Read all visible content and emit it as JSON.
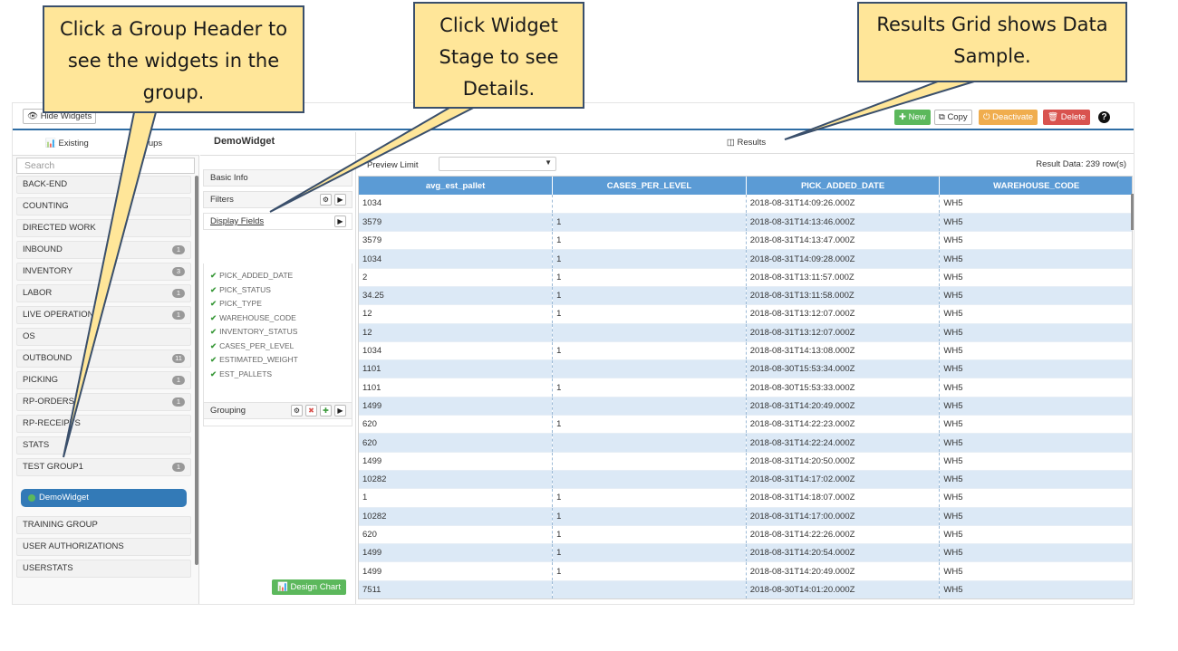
{
  "toolbar": {
    "hide_widgets": "Hide Widgets",
    "new": "New",
    "copy": "Copy",
    "deactivate": "Deactivate",
    "delete": "Delete",
    "help": "?"
  },
  "left_panel": {
    "tab_existing": "Existing",
    "tab_groups": "Groups",
    "search_placeholder": "Search",
    "groups": [
      {
        "label": "BACK-END",
        "count": ""
      },
      {
        "label": "COUNTING",
        "count": ""
      },
      {
        "label": "DIRECTED WORK",
        "count": ""
      },
      {
        "label": "INBOUND",
        "count": "1"
      },
      {
        "label": "INVENTORY",
        "count": "3"
      },
      {
        "label": "LABOR",
        "count": "1"
      },
      {
        "label": "LIVE OPERATIONS",
        "count": "1"
      },
      {
        "label": "OS",
        "count": ""
      },
      {
        "label": "OUTBOUND",
        "count": "11"
      },
      {
        "label": "PICKING",
        "count": "1"
      },
      {
        "label": "RP-ORDERS",
        "count": "1"
      },
      {
        "label": "RP-RECEIPTS",
        "count": ""
      },
      {
        "label": "STATS",
        "count": ""
      },
      {
        "label": "TEST GROUP1",
        "count": "1"
      },
      {
        "label": "TRAINING GROUP",
        "count": ""
      },
      {
        "label": "USER AUTHORIZATIONS",
        "count": ""
      },
      {
        "label": "USERSTATS",
        "count": ""
      }
    ],
    "active_widget": "DemoWidget"
  },
  "widget": {
    "title": "DemoWidget",
    "stages": {
      "basic_info": "Basic Info",
      "filters": "Filters",
      "display_fields": "Display Fields",
      "grouping": "Grouping"
    },
    "fields": [
      "PICK_ADDED_DATE",
      "PICK_STATUS",
      "PICK_TYPE",
      "WAREHOUSE_CODE",
      "INVENTORY_STATUS",
      "CASES_PER_LEVEL",
      "ESTIMATED_WEIGHT",
      "EST_PALLETS"
    ],
    "design_chart": "Design Chart"
  },
  "results": {
    "header": "Results",
    "preview_label": "Preview Limit",
    "preview_value": "",
    "count_text": "Result Data: 239 row(s)",
    "columns": [
      "avg_est_pallet",
      "CASES_PER_LEVEL",
      "PICK_ADDED_DATE",
      "WAREHOUSE_CODE"
    ],
    "rows": [
      [
        "1034",
        "",
        "2018-08-31T14:09:26.000Z",
        "WH5"
      ],
      [
        "3579",
        "1",
        "2018-08-31T14:13:46.000Z",
        "WH5"
      ],
      [
        "3579",
        "1",
        "2018-08-31T14:13:47.000Z",
        "WH5"
      ],
      [
        "1034",
        "1",
        "2018-08-31T14:09:28.000Z",
        "WH5"
      ],
      [
        "2",
        "1",
        "2018-08-31T13:11:57.000Z",
        "WH5"
      ],
      [
        "34.25",
        "1",
        "2018-08-31T13:11:58.000Z",
        "WH5"
      ],
      [
        "12",
        "1",
        "2018-08-31T13:12:07.000Z",
        "WH5"
      ],
      [
        "12",
        "",
        "2018-08-31T13:12:07.000Z",
        "WH5"
      ],
      [
        "1034",
        "1",
        "2018-08-31T14:13:08.000Z",
        "WH5"
      ],
      [
        "1101",
        "",
        "2018-08-30T15:53:34.000Z",
        "WH5"
      ],
      [
        "1101",
        "1",
        "2018-08-30T15:53:33.000Z",
        "WH5"
      ],
      [
        "1499",
        "",
        "2018-08-31T14:20:49.000Z",
        "WH5"
      ],
      [
        "620",
        "1",
        "2018-08-31T14:22:23.000Z",
        "WH5"
      ],
      [
        "620",
        "",
        "2018-08-31T14:22:24.000Z",
        "WH5"
      ],
      [
        "1499",
        "",
        "2018-08-31T14:20:50.000Z",
        "WH5"
      ],
      [
        "10282",
        "",
        "2018-08-31T14:17:02.000Z",
        "WH5"
      ],
      [
        "1",
        "1",
        "2018-08-31T14:18:07.000Z",
        "WH5"
      ],
      [
        "10282",
        "1",
        "2018-08-31T14:17:00.000Z",
        "WH5"
      ],
      [
        "620",
        "1",
        "2018-08-31T14:22:26.000Z",
        "WH5"
      ],
      [
        "1499",
        "1",
        "2018-08-31T14:20:54.000Z",
        "WH5"
      ],
      [
        "1499",
        "1",
        "2018-08-31T14:20:49.000Z",
        "WH5"
      ],
      [
        "7511",
        "",
        "2018-08-30T14:01:20.000Z",
        "WH5"
      ]
    ]
  },
  "callouts": {
    "group_header": "Click a Group Header to see the widgets in the group.",
    "widget_stage": "Click Widget Stage to see Details.",
    "results_grid": "Results Grid shows Data Sample."
  },
  "colors": {
    "callout_fill": "#ffe699",
    "grid_header": "#5b9bd5",
    "row_alt": "#dce9f6",
    "primary": "#337ab7",
    "new_button": "#5cb85c",
    "deactivate_button": "#f0ad4e",
    "delete_button": "#d9534f"
  }
}
